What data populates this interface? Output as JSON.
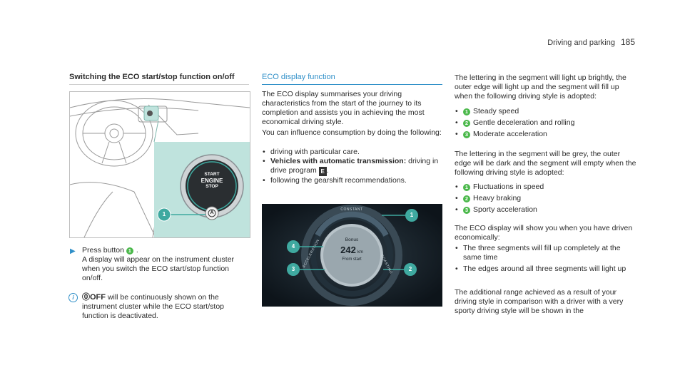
{
  "header": {
    "section": "Driving and parking",
    "page": "185"
  },
  "left": {
    "title": "Switching the ECO start/stop function on/off",
    "figure": {
      "button_lines": [
        "START",
        "ENGINE",
        "STOP"
      ],
      "button_symbol": "A",
      "callout": "1"
    },
    "step": {
      "prefix": "Press button",
      "callout": "1",
      "suffix": ".",
      "text": "A display will appear on the instrument cluster when you switch the ECO start/stop function on/off."
    },
    "info": {
      "icon_symbol": "i",
      "eco_icon": "⓪OFF",
      "text": "will be continuously shown on the instrument cluster while the ECO start/stop function is deactivated."
    }
  },
  "middle": {
    "title": "ECO display function",
    "intro": "The ECO display summarises your driving characteristics from the start of the journey to its completion and assists you in achieving the most economical driving style.",
    "influence": "You can influence consumption by doing the following:",
    "bullets": [
      {
        "text": "driving with particular care."
      },
      {
        "bold": "Vehicles with automatic transmission:",
        "text": "driving in drive program",
        "key": "E",
        "end": "."
      },
      {
        "text": "following the gearshift recommendations."
      }
    ],
    "figure": {
      "bonus_label": "Bonus",
      "bonus_value": "242",
      "bonus_unit": "km",
      "bonus_sub": "From start",
      "arc_top": "CONSTANT",
      "arc_left": "ACCELERATION",
      "arc_right": "COASTING",
      "callouts": [
        "1",
        "2",
        "3",
        "4"
      ]
    }
  },
  "right": {
    "p1": "The lettering in the segment will light up brightly, the outer edge will light up and the segment will fill up when the following driving style is adopted:",
    "list1": [
      {
        "n": "1",
        "text": "Steady speed"
      },
      {
        "n": "2",
        "text": "Gentle deceleration and rolling"
      },
      {
        "n": "3",
        "text": "Moderate acceleration"
      }
    ],
    "p2": "The lettering in the segment will be grey, the outer edge will be dark and the segment will empty when the following driving style is adopted:",
    "list2": [
      {
        "n": "1",
        "text": "Fluctuations in speed"
      },
      {
        "n": "2",
        "text": "Heavy braking"
      },
      {
        "n": "3",
        "text": "Sporty acceleration"
      }
    ],
    "p3": "The ECO display will show you when you have driven economically:",
    "list3": [
      "The three segments will fill up completely at the same time",
      "The edges around all three segments will light up"
    ],
    "p4": "The additional range achieved as a result of your driving style in comparison with a driver with a very sporty driving style will be shown in the"
  },
  "colors": {
    "accent": "#2f8fc8",
    "callout": "#4ab84a",
    "teal_panel": "#bfe3dd"
  }
}
